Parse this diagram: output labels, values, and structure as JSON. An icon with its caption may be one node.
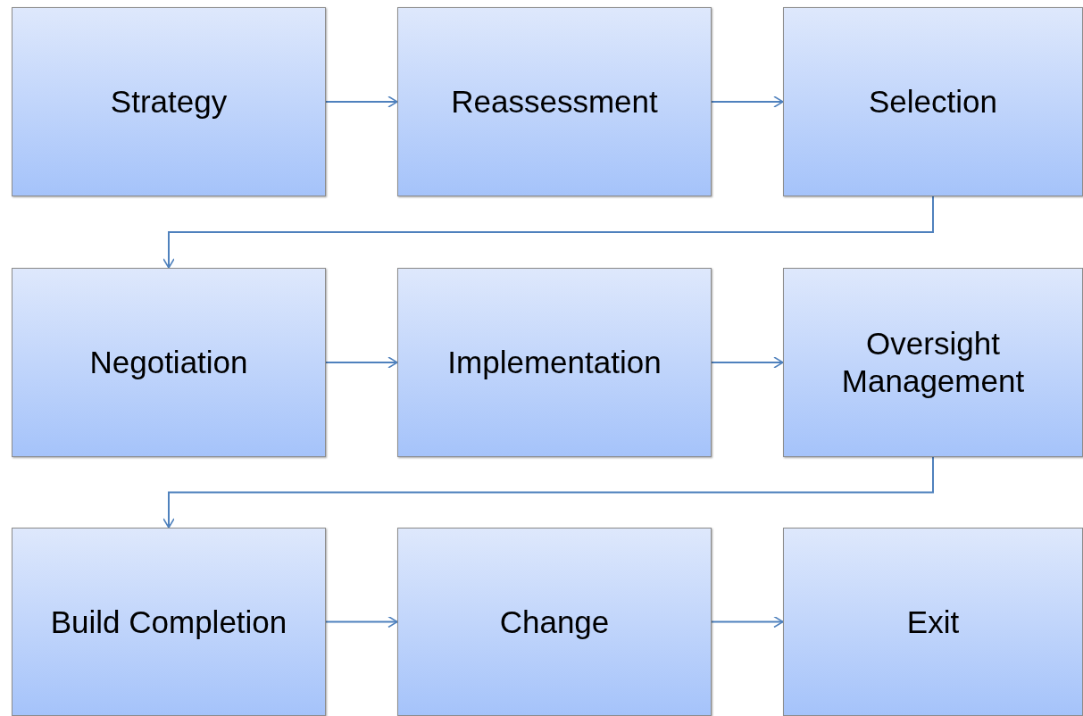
{
  "diagram": {
    "nodes": [
      {
        "text": [
          "Strategy"
        ]
      },
      {
        "text": [
          "Reassessment"
        ]
      },
      {
        "text": [
          "Selection"
        ]
      },
      {
        "text": [
          "Negotiation"
        ]
      },
      {
        "text": [
          "Implementation"
        ]
      },
      {
        "text": [
          "Oversight Management"
        ]
      },
      {
        "text": [
          "Build Completion"
        ]
      },
      {
        "text": [
          "Change"
        ]
      },
      {
        "text": [
          "Exit"
        ]
      }
    ],
    "edges": [
      {
        "from": 0,
        "to": 1,
        "arrow": "to"
      },
      {
        "from": 1,
        "to": 2,
        "arrow": "to"
      },
      {
        "from": 2,
        "to": 3,
        "arrow": "to"
      },
      {
        "from": 3,
        "to": 4,
        "arrow": "to"
      },
      {
        "from": 4,
        "to": 5,
        "arrow": "to"
      },
      {
        "from": 5,
        "to": 6,
        "arrow": "to"
      },
      {
        "from": 6,
        "to": 7,
        "arrow": "to"
      },
      {
        "from": 7,
        "to": 8,
        "arrow": "to"
      }
    ]
  }
}
